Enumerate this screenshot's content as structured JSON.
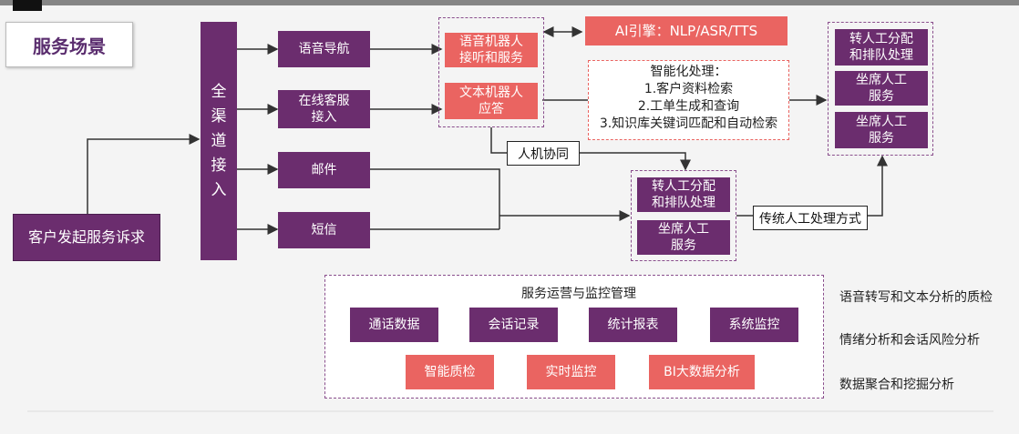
{
  "title": "服务场景",
  "customer_request": "客户发起服务诉求",
  "omni_channel": "全\n渠\n道\n接\n入",
  "channels": [
    "语音导航",
    "在线客服\n接入",
    "邮件",
    "短信"
  ],
  "robots": [
    "语音机器人\n接听和服务",
    "文本机器人\n应答"
  ],
  "ai_engine": "AI引擎：NLP/ASR/TTS",
  "smart_processing": {
    "title": "智能化处理：",
    "items": [
      "1.客户资料检索",
      "2.工单生成和查询",
      "3.知识库关键词匹配和自动检索"
    ]
  },
  "human_collab": "人机协同",
  "middle_group": [
    "转人工分配\n和排队处理",
    "坐席人工\n服务"
  ],
  "traditional": "传统人工处理方式",
  "right_group": [
    "转人工分配\n和排队处理",
    "坐席人工\n服务",
    "坐席人工\n服务"
  ],
  "ops": {
    "title": "服务运营与监控管理",
    "row1": [
      "通话数据",
      "会话记录",
      "统计报表",
      "系统监控"
    ],
    "row2": [
      "智能质检",
      "实时监控",
      "BI大数据分析"
    ]
  },
  "side_notes": [
    "语音转写和文本分析的质检",
    "情绪分析和会话风险分析",
    "数据聚合和挖掘分析"
  ],
  "colors": {
    "purple": "#6b2d6e",
    "coral": "#ea6461",
    "dashed": "#8a4f8d",
    "title": "#5a2d6e"
  }
}
